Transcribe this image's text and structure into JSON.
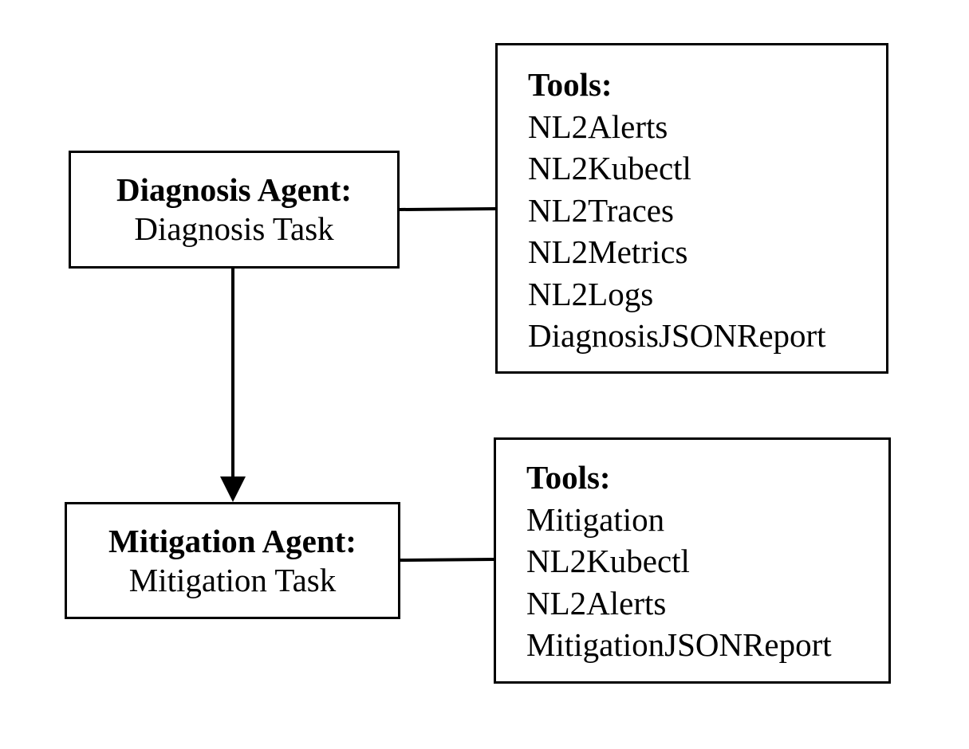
{
  "diagnosis_agent": {
    "name": "Diagnosis Agent:",
    "task": "Diagnosis Task",
    "tools_title": "Tools:",
    "tools": [
      "NL2Alerts",
      "NL2Kubectl",
      "NL2Traces",
      "NL2Metrics",
      "NL2Logs",
      "DiagnosisJSONReport"
    ]
  },
  "mitigation_agent": {
    "name": "Mitigation Agent:",
    "task": "Mitigation Task",
    "tools_title": "Tools:",
    "tools": [
      "Mitigation",
      "NL2Kubectl",
      "NL2Alerts",
      "MitigationJSONReport"
    ]
  },
  "colors": {
    "stroke": "#000000",
    "background": "#ffffff"
  }
}
